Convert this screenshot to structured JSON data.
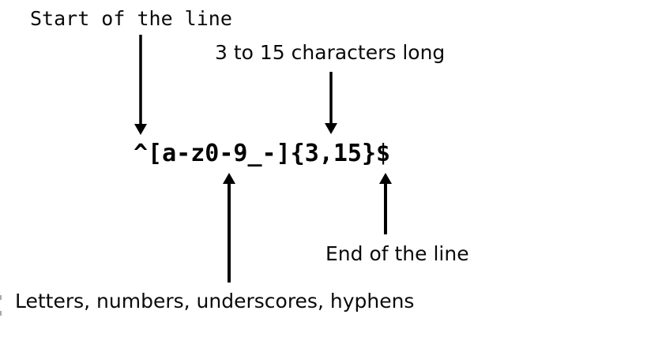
{
  "diagram": {
    "title_hint": "Regex explanation diagram",
    "background_color": "#ffffff",
    "ink_color": "#000000",
    "regex": {
      "pattern": "^[a-z0-9_-]{3,15}$"
    },
    "annotations": {
      "start": {
        "label": "Start of the line",
        "target": "^"
      },
      "length": {
        "label": "3 to 15 characters long",
        "target": "{3,15}"
      },
      "charset": {
        "label": "Letters, numbers, underscores, hyphens",
        "target": "[a-z0-9_-]"
      },
      "end": {
        "label": "End of the line",
        "target": "$"
      }
    }
  }
}
